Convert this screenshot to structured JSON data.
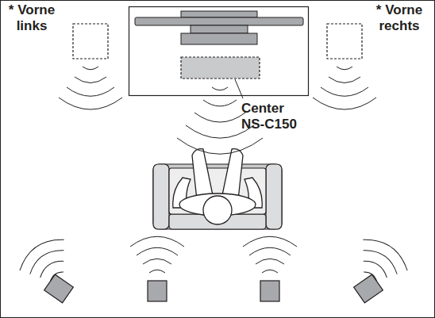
{
  "diagram": {
    "labels": [
      "* Vorne links",
      "* Vorne rechts",
      "Center NS-C150"
    ]
  }
}
